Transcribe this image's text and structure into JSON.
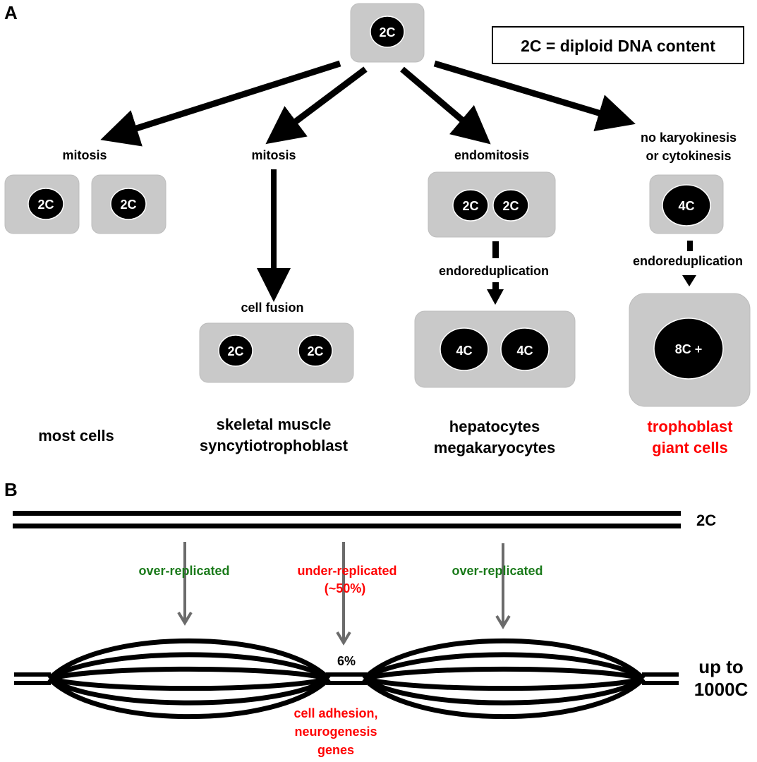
{
  "panel_a": {
    "label": "A",
    "legend": "2C = diploid DNA content",
    "root_nucleus": "2C",
    "branches": [
      {
        "process": "mitosis",
        "nuclei": [
          "2C",
          "2C"
        ],
        "cell_types": [
          "most cells"
        ],
        "cell_types_color": "#000000"
      },
      {
        "process": "mitosis",
        "second_process": "cell fusion",
        "nuclei": [
          "2C",
          "2C"
        ],
        "cell_types": [
          "skeletal muscle",
          "syncytiotrophoblast"
        ],
        "cell_types_color": "#000000"
      },
      {
        "process": "endomitosis",
        "intermediate_nuclei": [
          "2C",
          "2C"
        ],
        "second_process": "endoreduplication",
        "nuclei": [
          "4C",
          "4C"
        ],
        "cell_types": [
          "hepatocytes",
          "megakaryocytes"
        ],
        "cell_types_color": "#000000"
      },
      {
        "process_lines": [
          "no karyokinesis",
          "or cytokinesis"
        ],
        "intermediate_nuclei": [
          "4C"
        ],
        "second_process": "endoreduplication",
        "nuclei": [
          "8C +"
        ],
        "cell_types": [
          "trophoblast",
          "giant cells"
        ],
        "cell_types_color": "#ff0000"
      }
    ]
  },
  "panel_b": {
    "label": "B",
    "top_label": "2C",
    "bottom_label_lines": [
      "up to",
      "1000C"
    ],
    "gap_percent_label": "6%",
    "annotations": [
      {
        "lines": [
          "over-replicated"
        ],
        "color": "#1a7a1a"
      },
      {
        "lines": [
          "under-replicated",
          "(~50%)"
        ],
        "color": "#ff0000"
      },
      {
        "lines": [
          "over-replicated"
        ],
        "color": "#1a7a1a"
      }
    ],
    "gene_label_lines": [
      "cell adhesion,",
      "neurogenesis",
      "genes"
    ],
    "gene_label_color": "#ff0000"
  },
  "colors": {
    "cell_fill": "#c9c9c9",
    "nucleus_fill": "#000000",
    "arrow": "#000000",
    "gray_arrow": "#6b6b6b"
  }
}
